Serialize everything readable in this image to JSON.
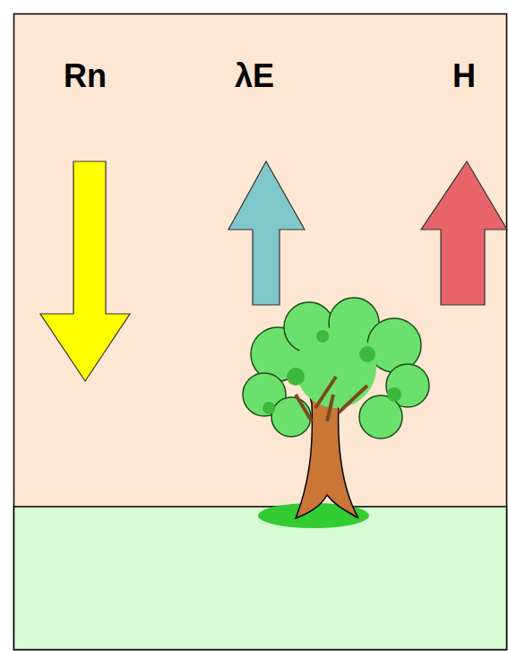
{
  "diagram": {
    "labels": [
      "Rn",
      "λE",
      "H"
    ]
  }
}
